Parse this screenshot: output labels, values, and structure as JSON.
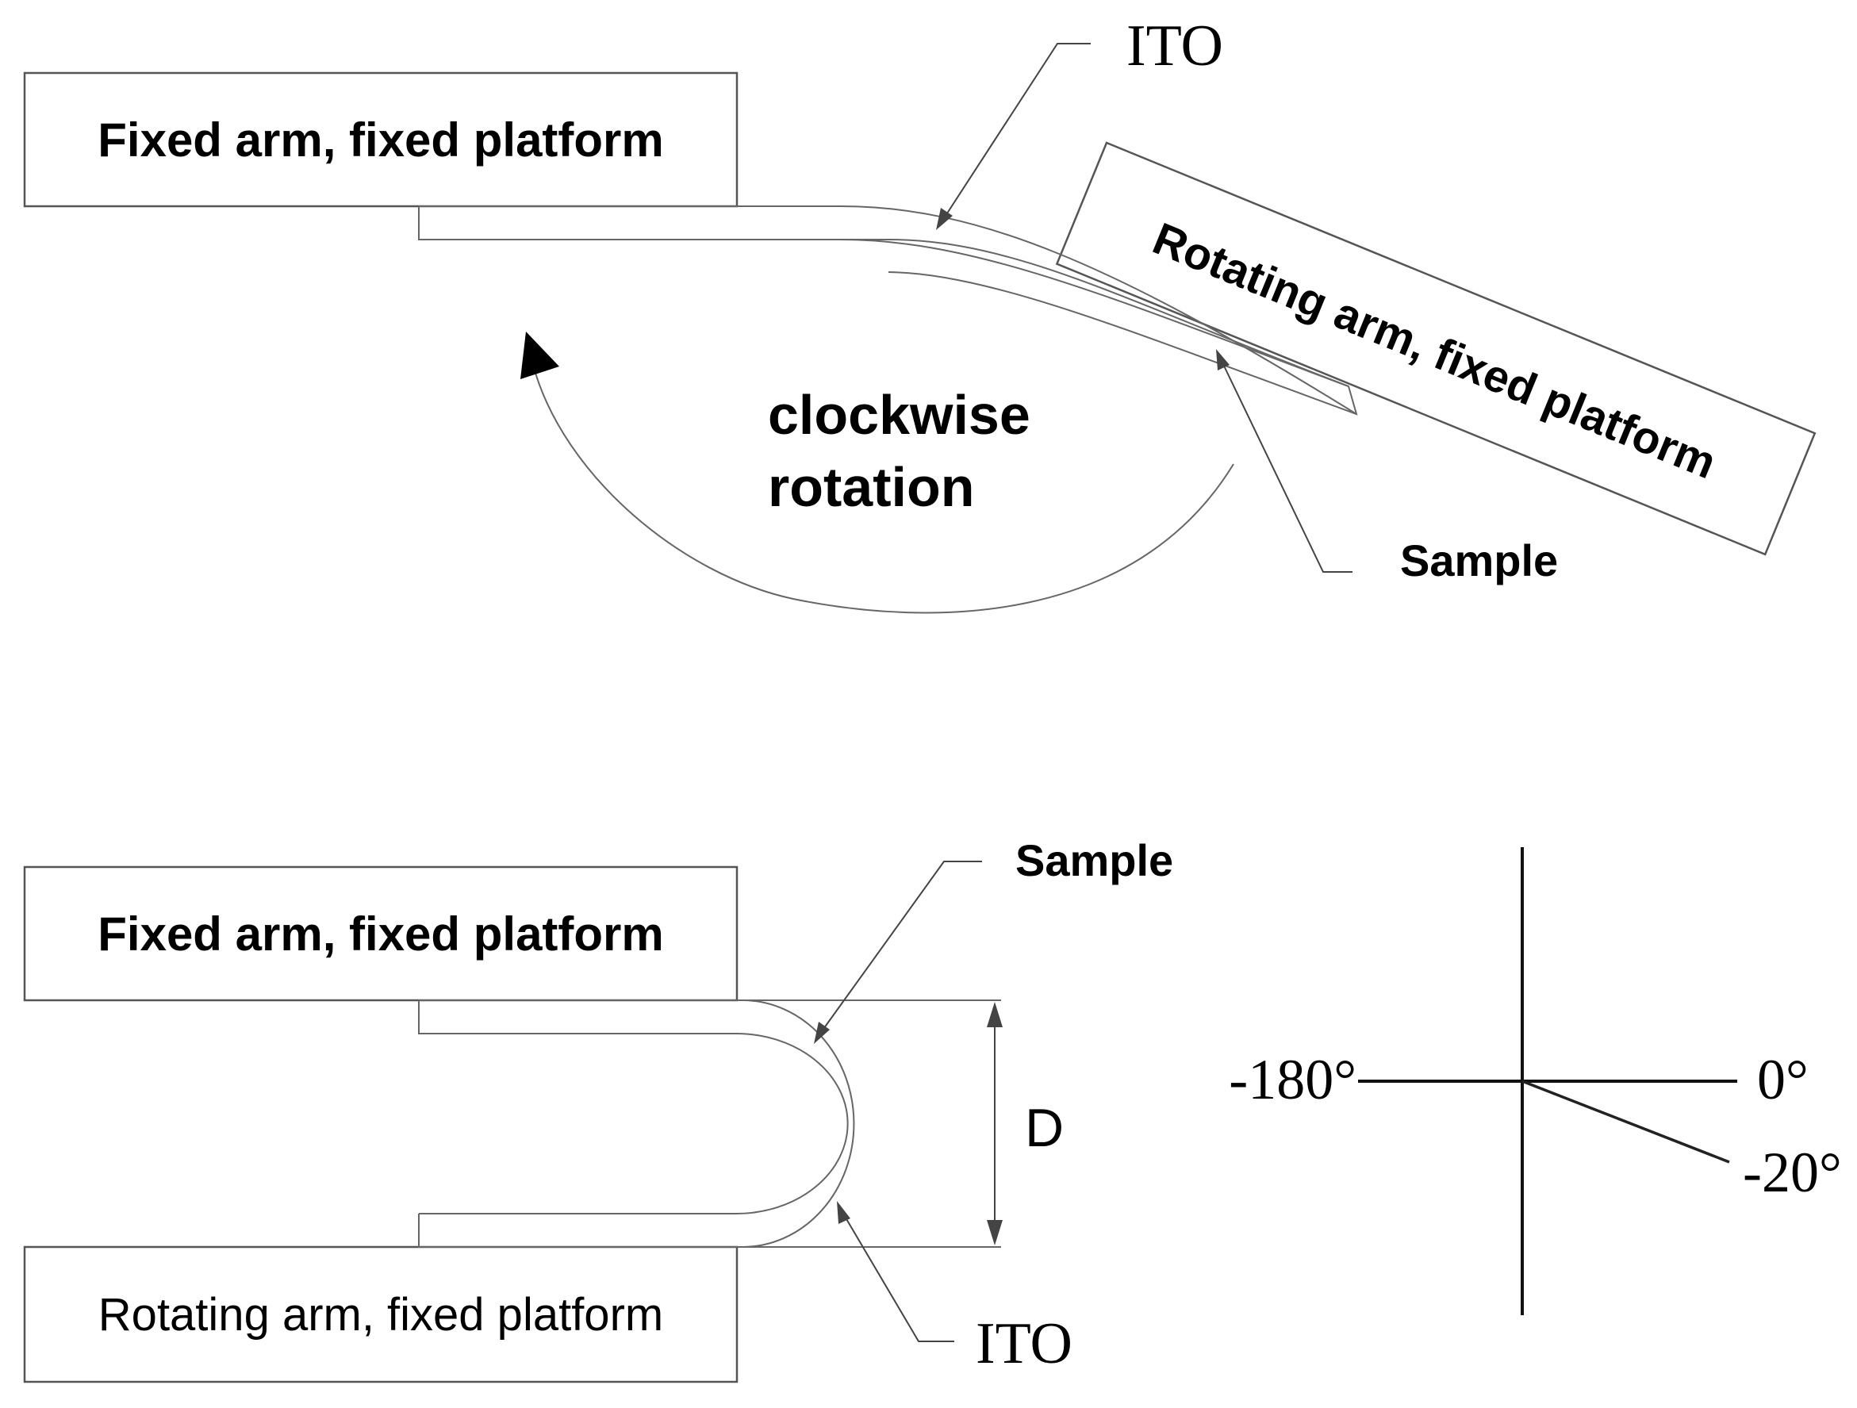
{
  "top": {
    "fixed_label": "Fixed arm, fixed platform",
    "rotating_label": "Rotating arm, fixed platform",
    "ito_label": "ITO",
    "sample_label": "Sample",
    "rotation_line1": "clockwise",
    "rotation_line2": "rotation"
  },
  "bottom": {
    "fixed_label": "Fixed arm, fixed platform",
    "rotating_label": "Rotating arm, fixed platform",
    "sample_label": "Sample",
    "ito_label": "ITO",
    "distance_label": "D"
  },
  "angles": {
    "left": "-180°",
    "right": "0°",
    "tilted": "-20°"
  }
}
